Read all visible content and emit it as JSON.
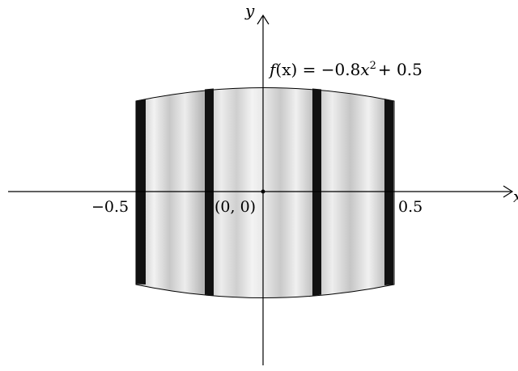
{
  "axes": {
    "x_label": "x",
    "y_label": "y",
    "x_tick_left": "−0.5",
    "x_tick_right": "0.5"
  },
  "origin_label": "(0, 0)",
  "function_label": {
    "f": "f",
    "arg": "(x)",
    "eq": " = −0.8",
    "var": "x",
    "exp": "2",
    "rest": "+ 0.5"
  },
  "colors": {
    "stroke": "#000000",
    "band": "#111111",
    "barrel_light": "#f0f0f0",
    "barrel_mid": "#c4c4c4",
    "barrel_dark": "#b3b3b3"
  }
}
